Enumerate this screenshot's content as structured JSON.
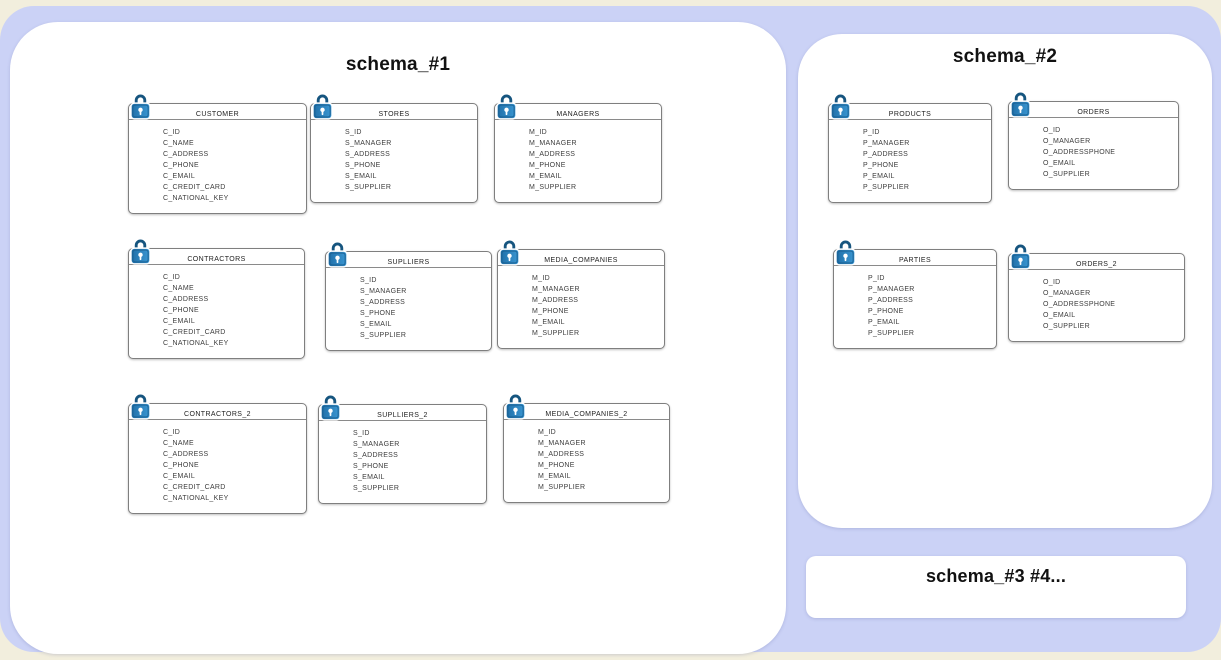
{
  "schemas": [
    {
      "title": "schema_#1",
      "tables": [
        {
          "name": "CUSTOMER",
          "fields": [
            "C_ID",
            "C_NAME",
            "C_ADDRESS",
            "C_PHONE",
            "C_EMAIL",
            "C_CREDIT_CARD",
            "C_NATIONAL_KEY"
          ]
        },
        {
          "name": "STORES",
          "fields": [
            "S_ID",
            "S_MANAGER",
            "S_ADDRESS",
            "S_PHONE",
            "S_EMAIL",
            "S_SUPPLIER"
          ]
        },
        {
          "name": "MANAGERS",
          "fields": [
            "M_ID",
            "M_MANAGER",
            "M_ADDRESS",
            "M_PHONE",
            "M_EMAIL",
            "M_SUPPLIER"
          ]
        },
        {
          "name": "CONTRACTORS",
          "fields": [
            "C_ID",
            "C_NAME",
            "C_ADDRESS",
            "C_PHONE",
            "C_EMAIL",
            "C_CREDIT_CARD",
            "C_NATIONAL_KEY"
          ]
        },
        {
          "name": "SUPLLIERS",
          "fields": [
            "S_ID",
            "S_MANAGER",
            "S_ADDRESS",
            "S_PHONE",
            "S_EMAIL",
            "S_SUPPLIER"
          ]
        },
        {
          "name": "MEDIA_COMPANIES",
          "fields": [
            "M_ID",
            "M_MANAGER",
            "M_ADDRESS",
            "M_PHONE",
            "M_EMAIL",
            "M_SUPPLIER"
          ]
        },
        {
          "name": "CONTRACTORS_2",
          "fields": [
            "C_ID",
            "C_NAME",
            "C_ADDRESS",
            "C_PHONE",
            "C_EMAIL",
            "C_CREDIT_CARD",
            "C_NATIONAL_KEY"
          ]
        },
        {
          "name": "SUPLLIERS_2",
          "fields": [
            "S_ID",
            "S_MANAGER",
            "S_ADDRESS",
            "S_PHONE",
            "S_EMAIL",
            "S_SUPPLIER"
          ]
        },
        {
          "name": "MEDIA_COMPANIES_2",
          "fields": [
            "M_ID",
            "M_MANAGER",
            "M_ADDRESS",
            "M_PHONE",
            "M_EMAIL",
            "M_SUPPLIER"
          ]
        }
      ]
    },
    {
      "title": "schema_#2",
      "tables": [
        {
          "name": "PRODUCTS",
          "fields": [
            "P_ID",
            "P_MANAGER",
            "P_ADDRESS",
            "P_PHONE",
            "P_EMAIL",
            "P_SUPPLIER"
          ]
        },
        {
          "name": "ORDERS",
          "fields": [
            "O_ID",
            "O_MANAGER",
            "O_ADDRESSPHONE",
            "O_EMAIL",
            "O_SUPPLIER"
          ]
        },
        {
          "name": "PARTIES",
          "fields": [
            "P_ID",
            "P_MANAGER",
            "P_ADDRESS",
            "P_PHONE",
            "P_EMAIL",
            "P_SUPPLIER"
          ]
        },
        {
          "name": "ORDERS_2",
          "fields": [
            "O_ID",
            "O_MANAGER",
            "O_ADDRESSPHONE",
            "O_EMAIL",
            "O_SUPPLIER"
          ]
        }
      ]
    },
    {
      "title": "schema_#3 #4...",
      "tables": []
    }
  ],
  "icons": {
    "lock": "lock-icon"
  },
  "colors": {
    "canvas_background": "#cbd2f6",
    "page_background": "#f2eedd",
    "panel_background": "#ffffff",
    "lock_body": "#2980b9",
    "lock_shackle": "#16557f",
    "card_border": "#7f7f7f"
  }
}
